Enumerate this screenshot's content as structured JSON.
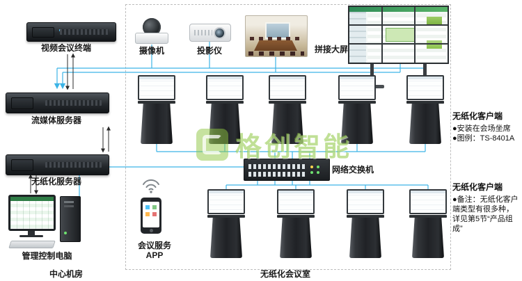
{
  "diagram": {
    "watermark_text": "格创智能",
    "zone_labels": {
      "machine_room": "中心机房",
      "conference_room": "无纸化会议室"
    },
    "devices": {
      "video_terminal": "视频会议终端",
      "camera": "摄像机",
      "projector": "投影仪",
      "video_wall": "拼接大屏",
      "streaming_server": "流媒体服务器",
      "paperless_server": "无纸化服务器",
      "management_pc": "管理控制电脑",
      "conference_app": "会议服务APP",
      "network_switch": "网络交换机"
    },
    "annotations": {
      "client_top": {
        "title": "无纸化客户端",
        "items": [
          "●安装在会场坐席",
          "●图例：TS-8401A"
        ]
      },
      "client_bottom": {
        "title": "无纸化客户端",
        "items": [
          "●备注：无纸化客户端类型有很多种，详见第5节“产品组成”"
        ]
      }
    },
    "colors": {
      "connection_line": "#3cb4e6",
      "watermark_green": "#8dc63f"
    }
  }
}
